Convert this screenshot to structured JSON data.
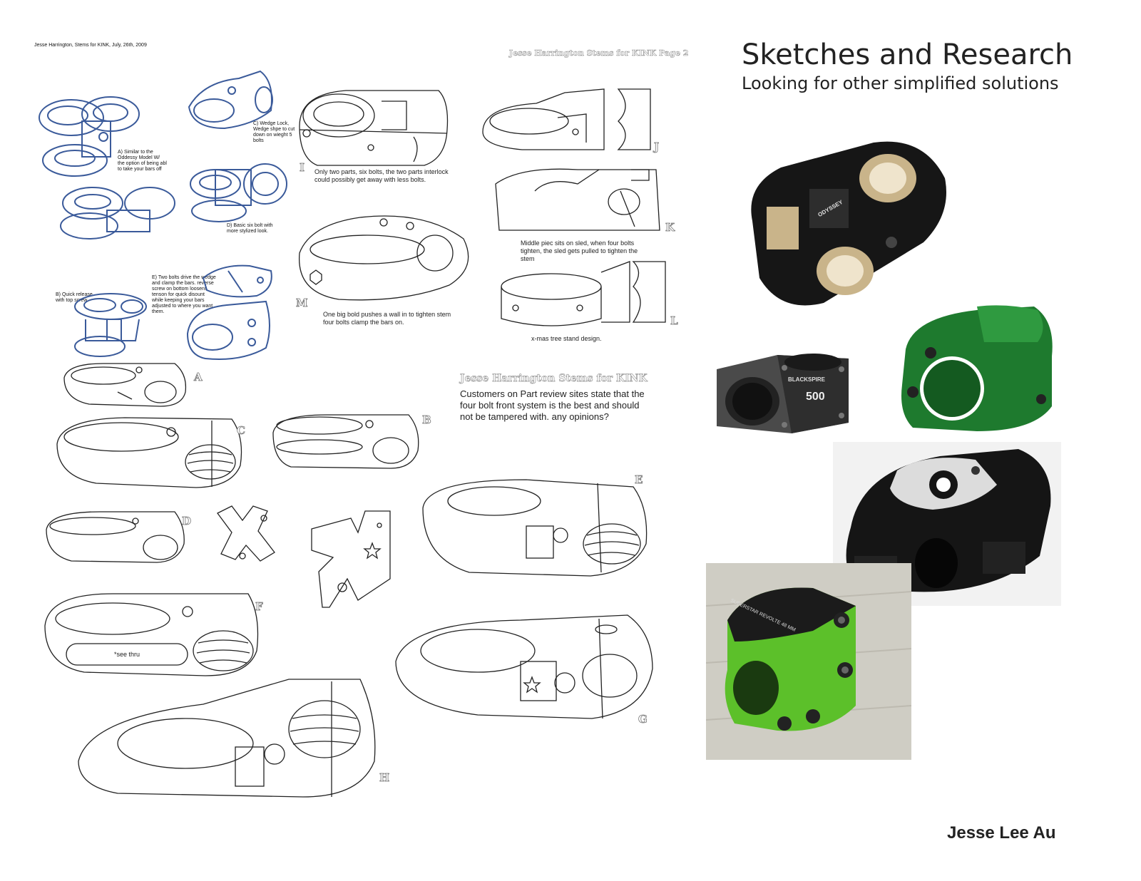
{
  "header": {
    "meta_line": "Jesse Harrington, Stems for KINK, July, 26th, 2009",
    "page2_heading": "Jesse Harrington Stems for KINK Page 2",
    "title": "Sketches and Research",
    "subtitle": "Looking for other simplified solutions"
  },
  "sketch_notes": {
    "a": "A) Similar to the Oddessy Model W/ the option of being abl to take your bars off",
    "b": "B) Quick release with top screw",
    "c": "C) Wedge Lock, Wedge shpe to cut down on wieght 5 bolts",
    "d": "D) Basic six bolt with more stylized look.",
    "e": "E) Two bolts drive the wedge and clamp the bars. reverse screw on bottom loosens tenson for quick disount while keeping your bars adjusted to where you want them."
  },
  "labels": {
    "I": "I",
    "J": "J",
    "K": "K",
    "L": "L",
    "M": "M",
    "A": "A",
    "B": "B",
    "C": "C",
    "D": "D",
    "E": "E",
    "F": "F",
    "G": "G",
    "H": "H"
  },
  "captions": {
    "i": "Only two parts, six bolts, the two parts interlock could possibly get away with less bolts.",
    "k": "Middle piec sits on sled, when four bolts tighten, the sled gets pulled to tighten the stem",
    "l": "x-mas tree stand design.",
    "m": "One big bold pushes a wall in to tighten stem four bolts clamp the bars on.",
    "see_thru": "*see thru"
  },
  "opinion": {
    "heading": "Jesse Harrington Stems for KINK",
    "body": "Customers on Part review sites state that the four bolt front system is the best and should not be tampered with. any opinions?"
  },
  "photos": {
    "p1_label": "ODYSSEY",
    "p2_brand": "BLACKSPIRE",
    "p2_model": "500",
    "p5_text": "SUPERSTAR REVOLTE 48 MM"
  },
  "author": "Jesse Lee Au",
  "colors": {
    "sketch_blue": "#3a5a9a",
    "stem_green": "#1e7a2e",
    "stem_lime": "#5cc02a",
    "stem_black": "#151515"
  }
}
